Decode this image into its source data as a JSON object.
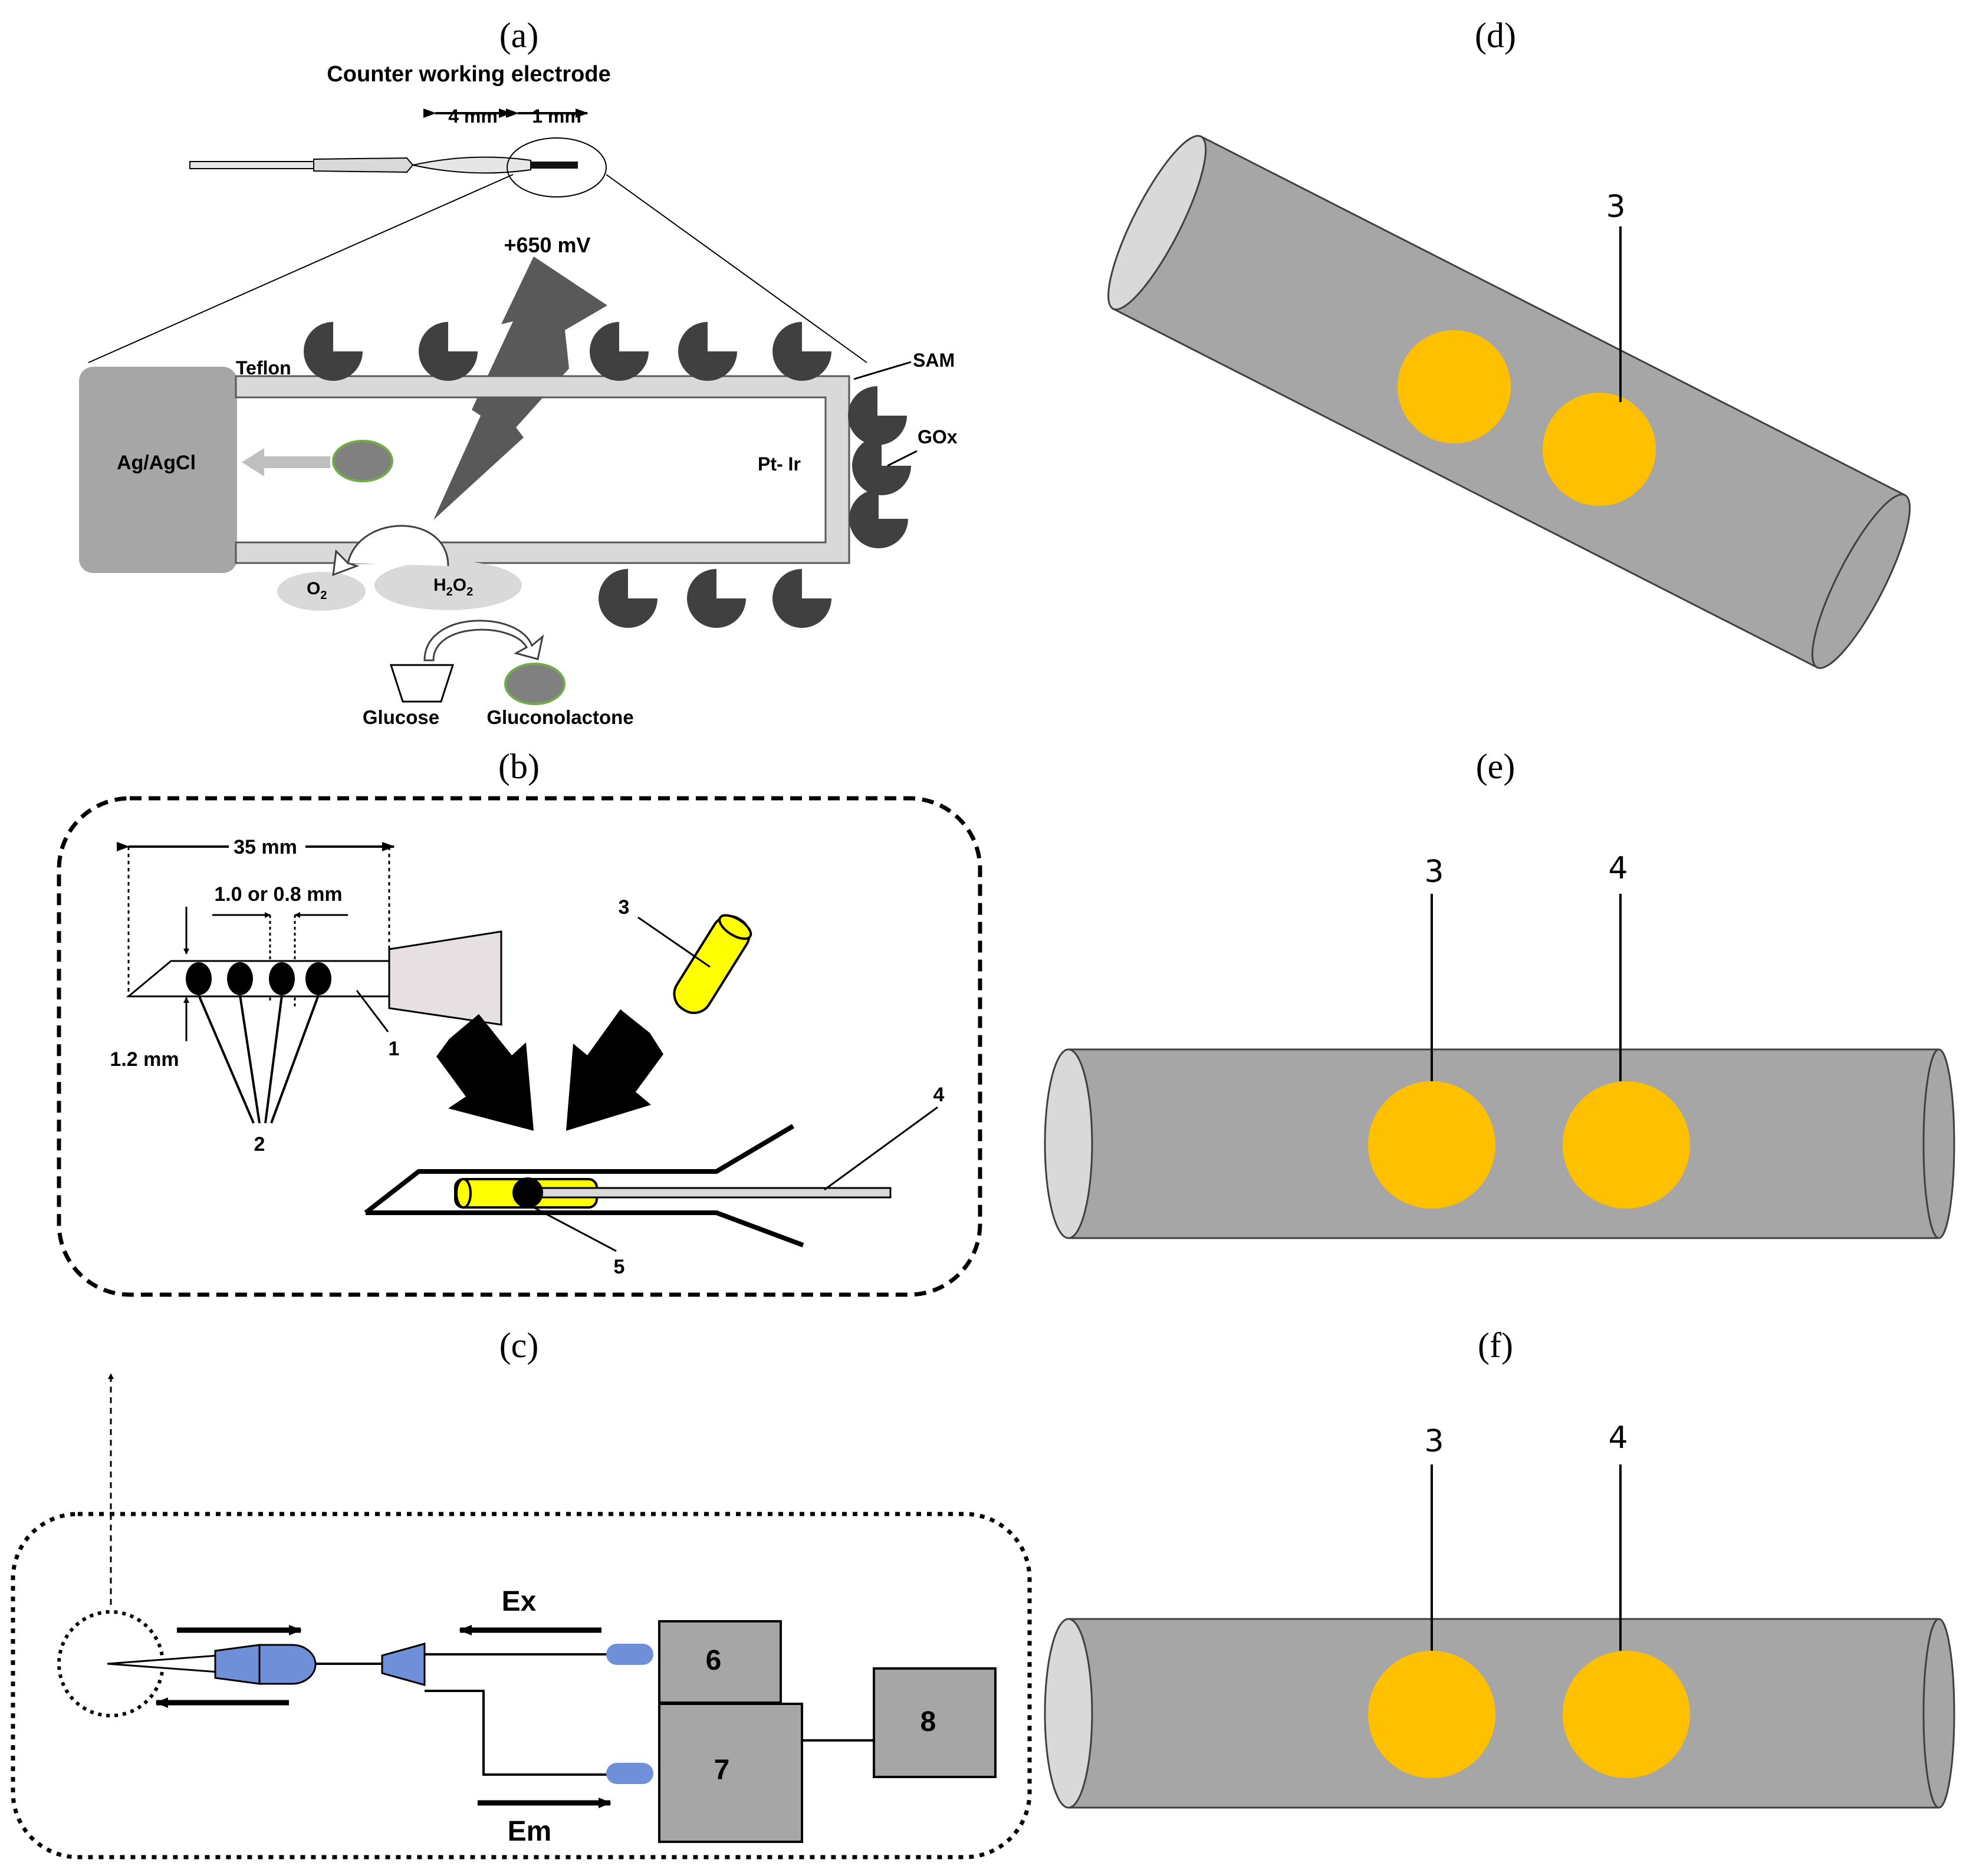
{
  "panels": {
    "a": {
      "label": "(a)",
      "title": "Counter working electrode",
      "dim_left": "4 mm",
      "dim_right": "1 mm",
      "voltage": "+650 mV",
      "teflon": "Teflon",
      "sam": "SAM",
      "agcl": "Ag/AgCl",
      "ptir": "Pt- Ir",
      "gox": "GOx",
      "o2_main": "O",
      "o2_sub": "2",
      "h2o2_h": "H",
      "h2o2_sub1": "2",
      "h2o2_o": "O",
      "h2o2_sub2": "2",
      "glucose": "Glucose",
      "gluconolactone": "Gluconolactone"
    },
    "b": {
      "label": "(b)",
      "dim_length": "35 mm",
      "dim_spacing": "1.0 or 0.8 mm",
      "dim_diameter": "1.2 mm",
      "n1": "1",
      "n2": "2",
      "n3": "3",
      "n4": "4",
      "n5": "5"
    },
    "c": {
      "label": "(c)",
      "ex": "Ex",
      "em": "Em",
      "n6": "6",
      "n7": "7",
      "n8": "8"
    },
    "d": {
      "label": "(d)",
      "n3": "3"
    },
    "e": {
      "label": "(e)",
      "n3": "3",
      "n4": "4"
    },
    "f": {
      "label": "(f)",
      "n3": "3",
      "n4": "4"
    }
  },
  "colors": {
    "gray_fill": "#a6a6a6",
    "gold": "#ffc000",
    "yellow": "#ffff00",
    "blue": "#6f8fd8",
    "dark_gray": "#4a4a4a",
    "light_gray": "#d9d9d9"
  }
}
